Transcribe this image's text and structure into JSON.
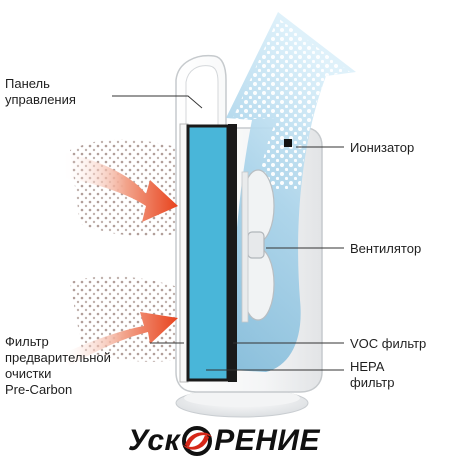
{
  "labels": {
    "control_panel": "Панель\nуправления",
    "ionizer": "Ионизатор",
    "fan": "Вентилятор",
    "prefilter": "Фильтр\nпредварительной\nочистки\nPre-Carbon",
    "voc_filter": "VOC фильтр",
    "hepa_filter": "HEPA\nфильтр"
  },
  "logo": {
    "before": "Уск",
    "after": "РЕНИЕ"
  },
  "colors": {
    "hepa_blue": "#49b6d9",
    "voc_black": "#1a1a1a",
    "airflow_light": "#cfe8f4",
    "airflow_dark": "#7fb9d8",
    "intake_arrow": "#e8421c",
    "dust": "#8a6f68",
    "logo_red": "#d62718"
  }
}
